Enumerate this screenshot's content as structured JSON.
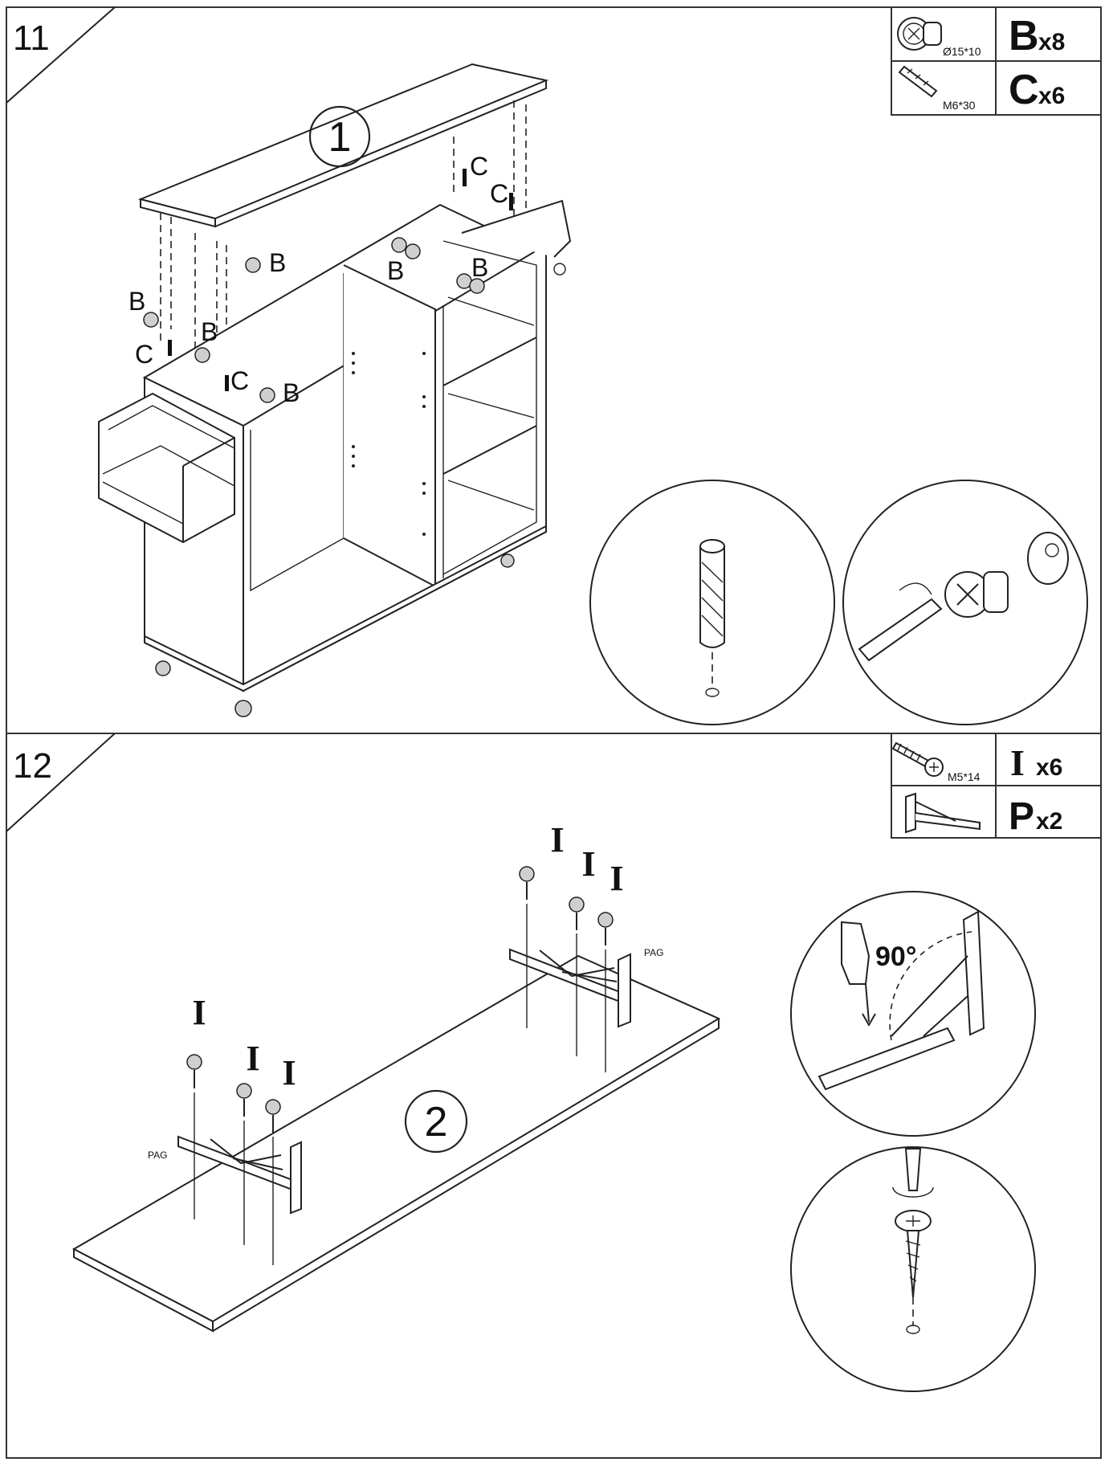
{
  "steps": [
    {
      "number": "11",
      "sub_step": "1",
      "parts": [
        {
          "icon": "cam-lock-icon",
          "size": "Ø15*10",
          "letter": "B",
          "qty": "x8"
        },
        {
          "icon": "dowel-icon",
          "size": "M6*30",
          "letter": "C",
          "qty": "x6"
        }
      ],
      "callouts": [
        "B",
        "B",
        "B",
        "B",
        "B",
        "B",
        "C",
        "C",
        "C",
        "C"
      ]
    },
    {
      "number": "12",
      "sub_step": "2",
      "parts": [
        {
          "icon": "screw-icon",
          "size": "M5*14",
          "letter": "I",
          "qty": "x6"
        },
        {
          "icon": "bracket-icon",
          "size": "",
          "letter": "P",
          "qty": "x2"
        }
      ],
      "callouts": [
        "I",
        "I",
        "I",
        "I",
        "I",
        "I"
      ],
      "bracket_labels": [
        "PAG",
        "PAG"
      ],
      "angle": "90°"
    }
  ]
}
